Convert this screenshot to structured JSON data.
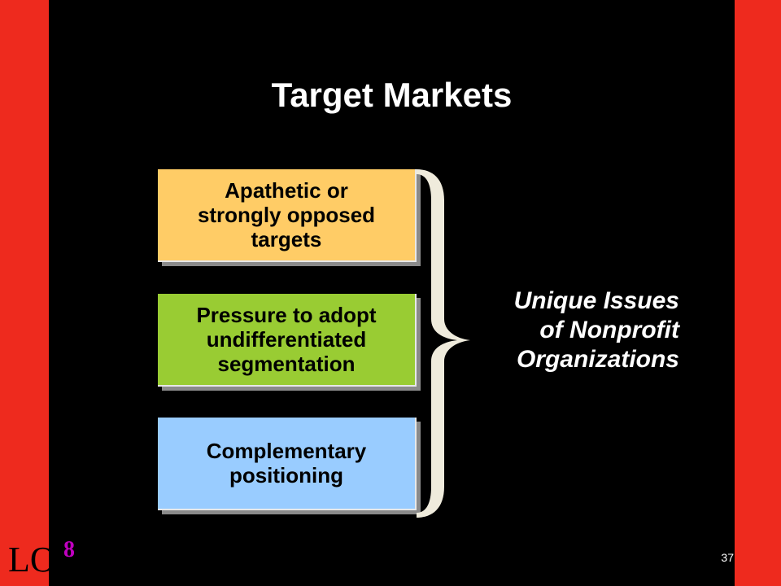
{
  "slide": {
    "title": "Target Markets",
    "boxes": [
      {
        "text": "Apathetic or\nstrongly opposed\ntargets",
        "color": "#FFCC66"
      },
      {
        "text": "Pressure to adopt\nundifferentiated\nsegmentation",
        "color": "#99CC33"
      },
      {
        "text": "Complementary\npositioning",
        "color": "#99CCFF"
      }
    ],
    "brace_label": "Unique Issues\nof Nonprofit\nOrganizations",
    "learning_objective": {
      "prefix": "LO",
      "number": "8"
    },
    "page_number": "37",
    "colors": {
      "background": "#000000",
      "side_bars": "#EE2A1E",
      "brace": "#EFEBDC",
      "lo_number": "#C000C0"
    }
  }
}
